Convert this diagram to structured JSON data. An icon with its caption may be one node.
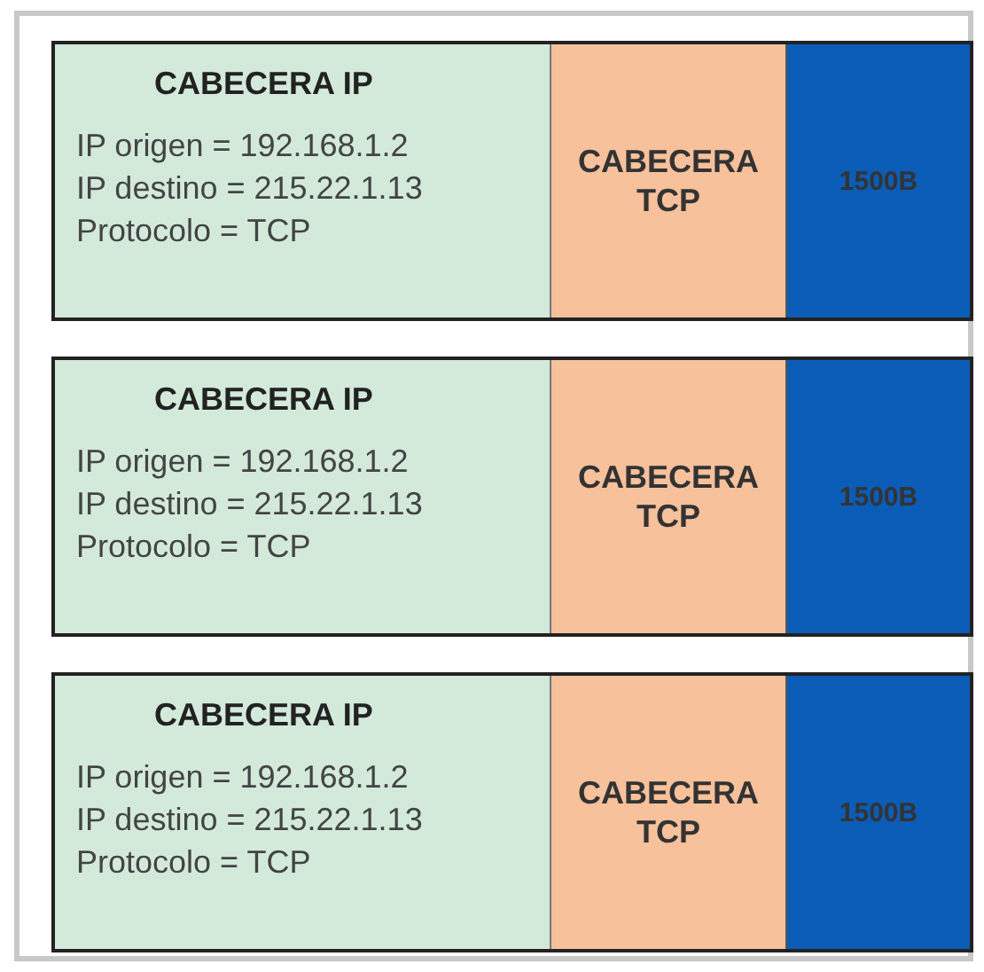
{
  "diagram": {
    "nodes": [
      {
        "text": [],
        "shape": "box"
      },
      {
        "text": [],
        "shape": "box",
        "in": 0
      },
      {
        "text": [
          "CABECERA IP",
          "IP origen = 192.168.1.2",
          "IP destino = 215.22.1.13",
          "Protocolo = TCP"
        ],
        "in": 1
      },
      {
        "text": [
          "CABECERA TCP"
        ],
        "in": 1
      },
      {
        "text": [
          "1500B"
        ],
        "in": 1
      },
      {
        "text": [],
        "shape": "box",
        "in": 0
      },
      {
        "text": [
          "CABECERA IP",
          "IP origen = 192.168.1.2",
          "IP destino = 215.22.1.13",
          "Protocolo = TCP"
        ],
        "in": 5
      },
      {
        "text": [
          "CABECERA TCP"
        ],
        "in": 5
      },
      {
        "text": [
          "1500B"
        ],
        "in": 5
      },
      {
        "text": [],
        "shape": "box",
        "in": 0
      },
      {
        "text": [
          "CABECERA IP",
          "IP origen = 192.168.1.2",
          "IP destino = 215.22.1.13",
          "Protocolo = TCP"
        ],
        "in": 9
      },
      {
        "text": [
          "CABECERA TCP"
        ],
        "in": 9
      },
      {
        "text": [
          "1500B"
        ],
        "in": 9
      }
    ]
  }
}
